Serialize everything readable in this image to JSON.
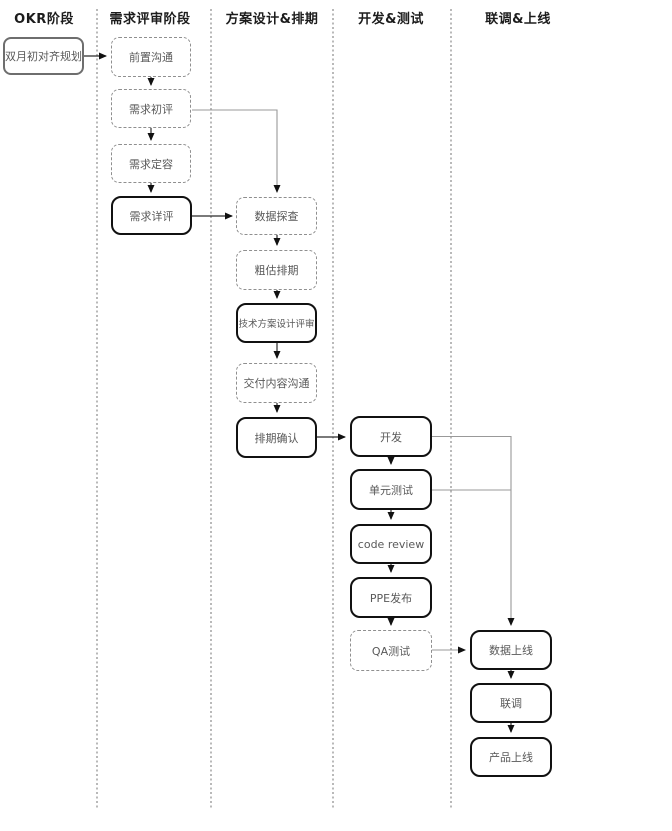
{
  "diagram": {
    "type": "flowchart-swimlane",
    "lanes": [
      {
        "title": "OKR阶段"
      },
      {
        "title": "需求评审阶段"
      },
      {
        "title": "方案设计&排期"
      },
      {
        "title": "开发&测试"
      },
      {
        "title": "联调&上线"
      }
    ],
    "nodes": {
      "okr_plan": {
        "label": "双月初对齐规划",
        "style": "solid",
        "lane": "OKR阶段"
      },
      "pre_comm": {
        "label": "前置沟通",
        "style": "dashed",
        "lane": "需求评审阶段"
      },
      "req_initial": {
        "label": "需求初评",
        "style": "dashed",
        "lane": "需求评审阶段"
      },
      "req_capacity": {
        "label": "需求定容",
        "style": "dashed",
        "lane": "需求评审阶段"
      },
      "req_detail": {
        "label": "需求详评",
        "style": "bold",
        "lane": "需求评审阶段"
      },
      "data_explore": {
        "label": "数据探查",
        "style": "dashed",
        "lane": "方案设计&排期"
      },
      "rough_schedule": {
        "label": "粗估排期",
        "style": "dashed",
        "lane": "方案设计&排期"
      },
      "tech_review": {
        "label": "技术方案设计评审",
        "style": "bold",
        "lane": "方案设计&排期"
      },
      "delivery_comm": {
        "label": "交付内容沟通",
        "style": "dashed",
        "lane": "方案设计&排期"
      },
      "schedule_confirm": {
        "label": "排期确认",
        "style": "bold",
        "lane": "方案设计&排期"
      },
      "dev": {
        "label": "开发",
        "style": "bold",
        "lane": "开发&测试"
      },
      "unit_test": {
        "label": "单元测试",
        "style": "bold",
        "lane": "开发&测试"
      },
      "code_review": {
        "label": "code review",
        "style": "bold",
        "lane": "开发&测试"
      },
      "ppe_release": {
        "label": "PPE发布",
        "style": "bold",
        "lane": "开发&测试"
      },
      "qa_test": {
        "label": "QA测试",
        "style": "dashed",
        "lane": "开发&测试"
      },
      "data_online": {
        "label": "数据上线",
        "style": "bold",
        "lane": "联调&上线"
      },
      "joint_debug": {
        "label": "联调",
        "style": "bold",
        "lane": "联调&上线"
      },
      "product_online": {
        "label": "产品上线",
        "style": "bold",
        "lane": "联调&上线"
      }
    },
    "colors": {
      "background": "#ffffff",
      "lane_separator": "#737373",
      "dashed_border": "#8f8f8f",
      "bold_border": "#111111",
      "solid_border": "#6e6e6e",
      "node_text": "#595959",
      "title_text": "#1c1c1c",
      "arrow": "#2b2b2b",
      "elbow_line": "#999999"
    },
    "edges": [
      "双月初对齐规划→前置沟通",
      "前置沟通→需求初评",
      "需求初评→需求定容",
      "需求初评→数据探查",
      "需求定容→需求详评",
      "需求详评→数据探查",
      "数据探查→粗估排期",
      "粗估排期→技术方案设计评审",
      "技术方案设计评审→交付内容沟通",
      "交付内容沟通→排期确认",
      "排期确认→开发",
      "开发→单元测试",
      "单元测试→code review",
      "code review→PPE发布",
      "PPE发布→QA测试",
      "QA测试→数据上线",
      "开发→数据上线",
      "单元测试→数据上线",
      "数据上线→联调",
      "联调→产品上线"
    ]
  }
}
